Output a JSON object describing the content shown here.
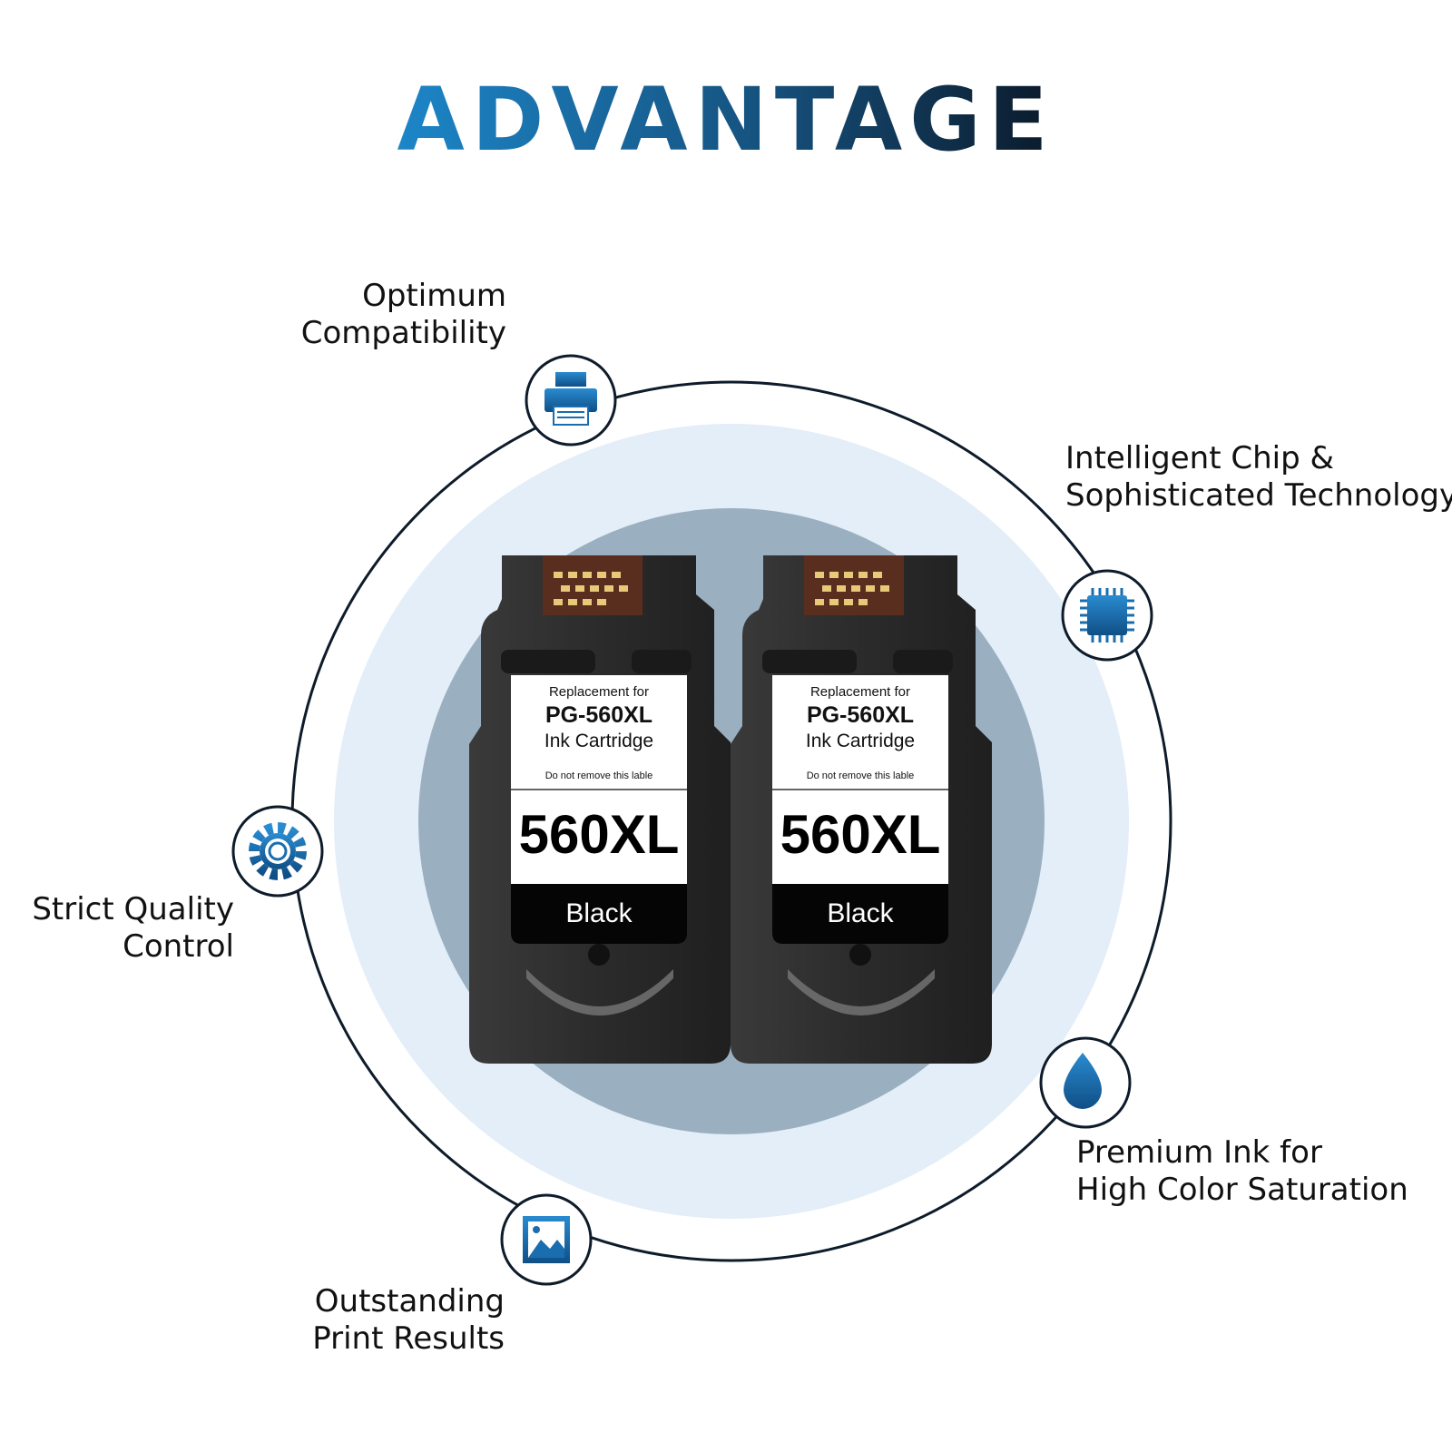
{
  "title": "ADVANTAGE",
  "colors": {
    "title_start": "#1c86c8",
    "title_end": "#0b1a2a",
    "icon_blue": "#1a6eaf",
    "ring": "#0d1b2a",
    "halo_outer": "#e1edf8",
    "halo_inner": "#9aafc0",
    "cartridge": "#2a2a2a"
  },
  "features": [
    {
      "lines": [
        "Optimum",
        "Compatibility"
      ],
      "icon": "printer-icon"
    },
    {
      "lines": [
        "Intelligent Chip &",
        "Sophisticated Technology"
      ],
      "icon": "chip-icon"
    },
    {
      "lines": [
        "Strict Quality",
        "Control"
      ],
      "icon": "gear-icon"
    },
    {
      "lines": [
        "Premium Ink for",
        "High Color Saturation"
      ],
      "icon": "ink-drop-icon"
    },
    {
      "lines": [
        "Outstanding",
        "Print Results"
      ],
      "icon": "image-icon"
    }
  ],
  "cartridges": [
    {
      "replacement_for": "Replacement for",
      "model": "PG-560XL",
      "product": "Ink Cartridge",
      "warning": "Do not remove this lable",
      "big_model": "560XL",
      "color_name": "Black"
    },
    {
      "replacement_for": "Replacement for",
      "model": "PG-560XL",
      "product": "Ink Cartridge",
      "warning": "Do not remove this lable",
      "big_model": "560XL",
      "color_name": "Black"
    }
  ]
}
